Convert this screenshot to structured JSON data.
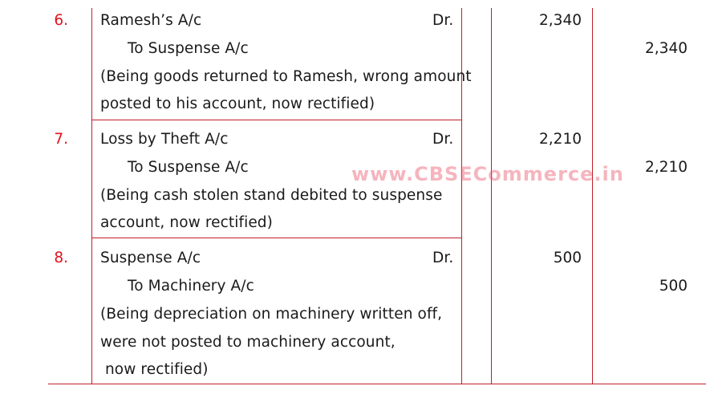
{
  "watermark": "www.CBSECommerce.in",
  "entries": [
    {
      "sno": "6.",
      "debit_account": "Ramesh’s A/c",
      "dr": "Dr.",
      "credit_account": "To Suspense A/c",
      "narration_1": "(Being goods returned to Ramesh, wrong amount",
      "narration_2": "posted to his account, now rectified)",
      "debit_amount": "2,340",
      "credit_amount": "2,340"
    },
    {
      "sno": "7.",
      "debit_account": "Loss by Theft A/c",
      "dr": "Dr.",
      "credit_account": "To Suspense A/c",
      "narration_1": "(Being cash stolen stand debited to suspense",
      "narration_2": "account, now rectified)",
      "debit_amount": "2,210",
      "credit_amount": "2,210"
    },
    {
      "sno": "8.",
      "debit_account": "Suspense A/c",
      "dr": "Dr.",
      "credit_account": "To Machinery A/c",
      "narration_1": "(Being depreciation on machinery written off,",
      "narration_2": "were not posted to machinery account,",
      "narration_3": " now rectified)",
      "debit_amount": "500",
      "credit_amount": "500"
    }
  ]
}
